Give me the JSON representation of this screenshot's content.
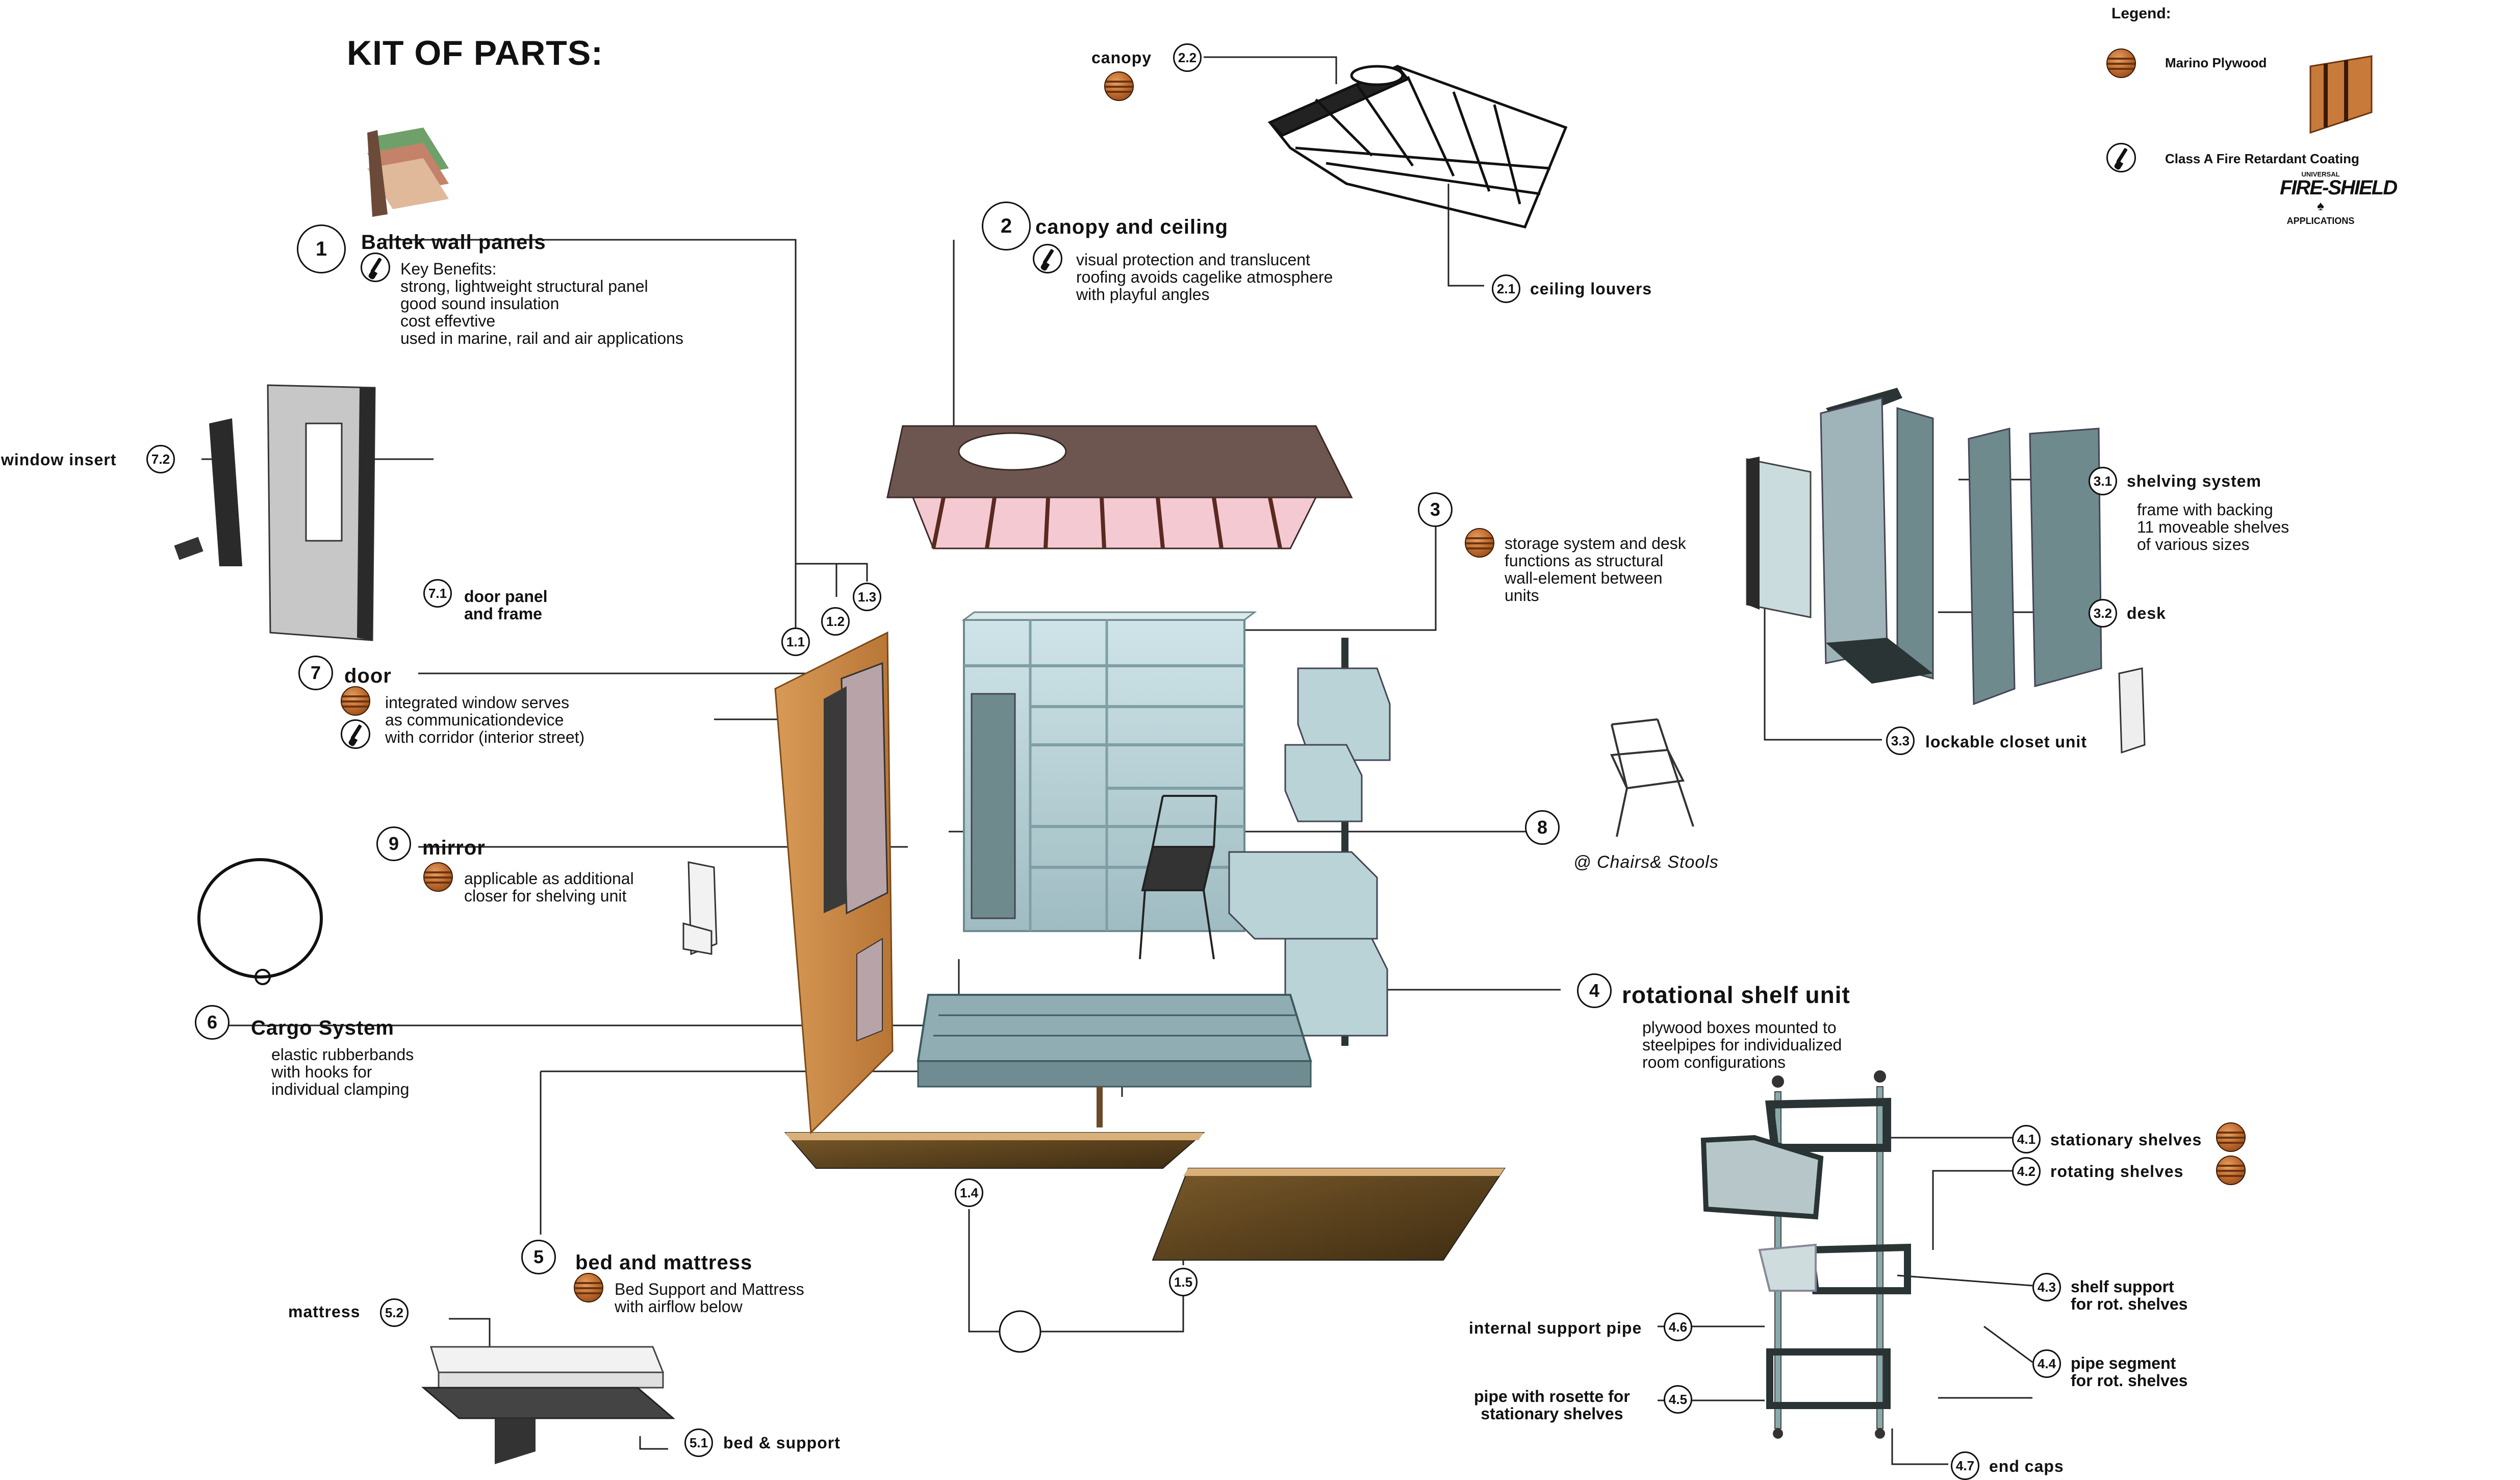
{
  "title": "KIT OF PARTS:",
  "legend": {
    "heading": "Legend:",
    "plywood": "Marino Plywood",
    "coating": "Class A Fire Retardant Coating",
    "logo_top": "UNIVERSAL",
    "logo_main": "FIRE-SHIELD",
    "logo_bottom": "APPLICATIONS"
  },
  "parts": {
    "p1": {
      "num": "1",
      "title": "Baltek wall panels",
      "text": "Key Benefits:\nstrong, lightweight structural panel\ngood sound insulation\ncost effevtive\nused in marine, rail and air applications",
      "sub": [
        "1.1",
        "1.2",
        "1.3",
        "1.4",
        "1.5"
      ]
    },
    "p2": {
      "num": "2",
      "title": "canopy and ceiling",
      "text": "visual protection and translucent\nroofing avoids cagelike atmosphere\nwith playful angles",
      "canopy_num": "2.2",
      "canopy": "canopy",
      "louvers_num": "2.1",
      "louvers": "ceiling louvers"
    },
    "p3": {
      "num": "3",
      "text": "storage system and desk\nfunctions as structural\nwall-element between\nunits",
      "s1_num": "3.1",
      "s1": "shelving system",
      "s1_text": "frame with backing\n11 moveable shelves\nof various sizes",
      "s2_num": "3.2",
      "s2": "desk",
      "s3_num": "3.3",
      "s3": "lockable closet unit"
    },
    "p4": {
      "num": "4",
      "title": "rotational shelf unit",
      "text": "plywood boxes mounted to\nsteelpipes for individualized\nroom configurations",
      "items": [
        {
          "num": "4.1",
          "label": "stationary shelves"
        },
        {
          "num": "4.2",
          "label": "rotating shelves"
        },
        {
          "num": "4.3",
          "label": "shelf support\nfor rot. shelves"
        },
        {
          "num": "4.4",
          "label": "pipe segment\nfor rot. shelves"
        },
        {
          "num": "4.5",
          "label": "pipe with rosette for\nstationary shelves"
        },
        {
          "num": "4.6",
          "label": "internal support pipe"
        },
        {
          "num": "4.7",
          "label": "end caps"
        }
      ]
    },
    "p5": {
      "num": "5",
      "title": "bed and mattress",
      "text": "Bed Support and Mattress\nwith airflow below",
      "s1_num": "5.1",
      "s1": "bed & support",
      "s2_num": "5.2",
      "s2": "mattress"
    },
    "p6": {
      "num": "6",
      "title": "Cargo System",
      "text": "elastic rubberbands\nwith hooks for\nindividual clamping"
    },
    "p7": {
      "num": "7",
      "title": "door",
      "text": "integrated window serves\nas communicationdevice\nwith corridor (interior street)",
      "s1_num": "7.1",
      "s1": "door panel\nand frame",
      "s2_num": "7.2",
      "s2": "window insert"
    },
    "p8": {
      "num": "8",
      "text": "@ Chairs& Stools"
    },
    "p9": {
      "num": "9",
      "title": "mirror",
      "text": "applicable as additional\ncloser for shelving unit"
    }
  },
  "colors": {
    "plywood": "#c87a3a",
    "wall_panel": "#c98a4a",
    "canopy": "#6e5650",
    "shelving": "#6e8a8c",
    "bed": "#9fb4b8"
  }
}
